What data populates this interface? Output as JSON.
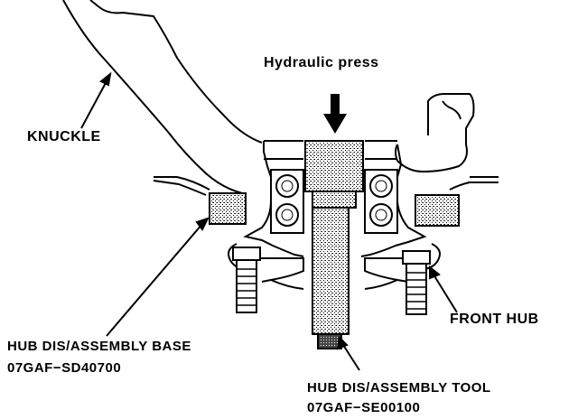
{
  "labels": {
    "press": "Hydraulic press",
    "knuckle": "KNUCKLE",
    "front_hub": "FRONT HUB",
    "base_line1": "HUB DIS/ASSEMBLY BASE",
    "base_line2": "07GAF−SD40700",
    "tool_line1": "HUB DIS/ASSEMBLY TOOL",
    "tool_line2": "07GAF−SE00100"
  },
  "colors": {
    "ink": "#000000",
    "paper": "#ffffff",
    "shade": "#b8b8b8"
  }
}
